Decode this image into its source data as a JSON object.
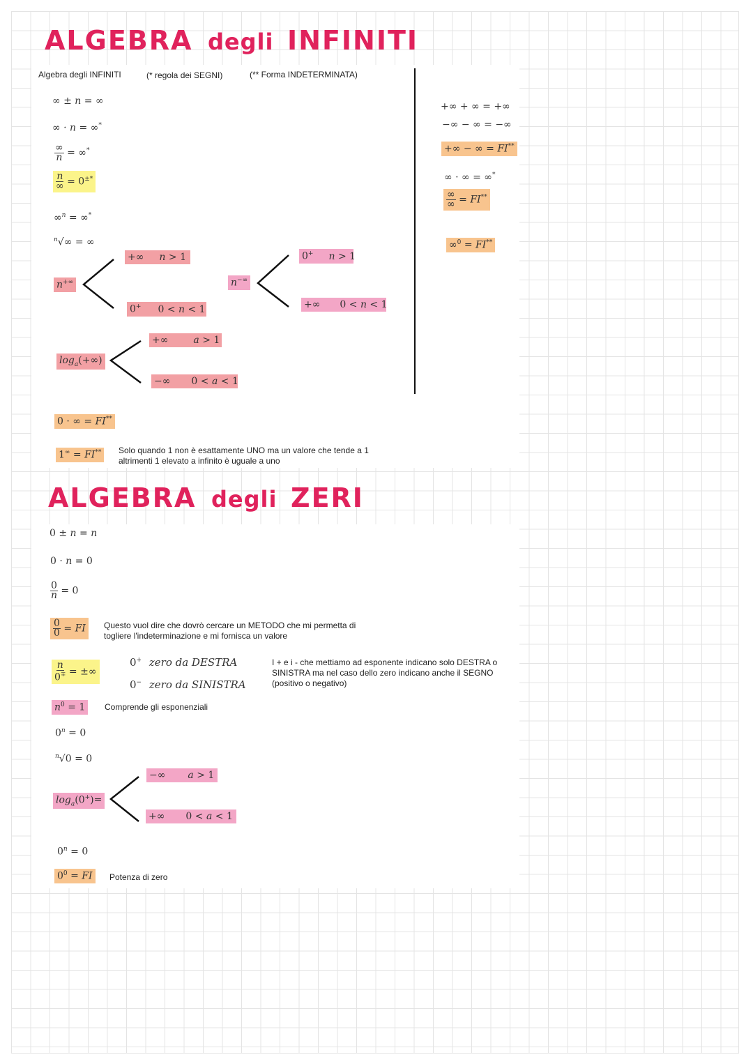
{
  "colors": {
    "title": "#e0225c",
    "yellow": "#fbf48a",
    "orange": "#f8c48e",
    "red": "#f2a0a4",
    "pink": "#f3a6c6",
    "grid": "#e4e4e4"
  },
  "infiniti": {
    "title_main": "ALGEBRA",
    "title_mid": "degli",
    "title_end": "INFINITI",
    "header": {
      "col1": "Algebra degli INFINITI",
      "col2": "(* regola dei SEGNI)",
      "col3": "(** Forma INDETERMINATA)"
    },
    "left_formulas": [
      "∞ ± n = ∞",
      "∞ · n = ∞*",
      "∞ / n = ∞*",
      "n / ∞ = 0±*",
      "∞ⁿ = ∞*",
      "ⁿ√∞ = ∞"
    ],
    "n_plus_inf": {
      "root": "n^{+∞}",
      "upper": {
        "value": "+∞",
        "condition": "n > 1"
      },
      "lower": {
        "value": "0⁺",
        "condition": "0 < n < 1"
      }
    },
    "n_minus_inf": {
      "root": "n^{−∞}",
      "upper": {
        "value": "0⁺",
        "condition": "n > 1"
      },
      "lower": {
        "value": "+∞",
        "condition": "0 < n < 1"
      }
    },
    "log_inf": {
      "root": "logₐ(+∞)",
      "upper": {
        "value": "+∞",
        "condition": "a > 1"
      },
      "lower": {
        "value": "−∞",
        "condition": "0 < a < 1"
      }
    },
    "zero_times_inf": "0 · ∞ = FI**",
    "one_pow_inf": "1^∞ = FI**",
    "one_pow_inf_note_1": "Solo quando 1 non è esattamente UNO ma un valore che tende a 1",
    "one_pow_inf_note_2": "altrimenti 1 elevato a infinito è uguale a uno",
    "right_formulas": [
      "+∞ + ∞ = +∞",
      "−∞ − ∞ = −∞",
      "+∞ − ∞ = FI**",
      "∞ · ∞ = ∞*",
      "∞ / ∞ = FI**",
      "∞⁰ = FI**"
    ]
  },
  "zeri": {
    "title_main": "ALGEBRA",
    "title_mid": "degli",
    "title_end": "ZERI",
    "formulas": [
      "0 ± n = n",
      "0 · n = 0",
      "0 / n = 0"
    ],
    "zero_over_zero": "0 / 0 = FI",
    "zero_over_zero_note_1": "Questo vuol dire che dovrò cercare un METODO che mi permetta di",
    "zero_over_zero_note_2": "togliere l'indeterminazione e mi fornisca un valore",
    "n_over_zero": "n / 0∓ = ±∞",
    "zero_plus_label": "zero da DESTRA",
    "zero_minus_label": "zero da SINISTRA",
    "sign_note_1": "I + e i - che mettiamo ad esponente indicano solo DESTRA o",
    "sign_note_2": "SINISTRA ma nel caso dello zero indicano anche il SEGNO",
    "sign_note_3": "(positivo o negativo)",
    "n_pow_zero": "n⁰ = 1",
    "n_pow_zero_note": "Comprende gli esponenziali",
    "zero_pow_n": "0ⁿ = 0",
    "root_zero": "ⁿ√0 = 0",
    "log_zero": {
      "root": "logₐ(0⁺) =",
      "upper": {
        "value": "−∞",
        "condition": "a > 1"
      },
      "lower": {
        "value": "+∞",
        "condition": "0 < a < 1"
      }
    },
    "zero_pow_n_2": "0ⁿ = 0",
    "zero_pow_zero": "0⁰ = FI",
    "zero_pow_zero_note": "Potenza di zero"
  }
}
